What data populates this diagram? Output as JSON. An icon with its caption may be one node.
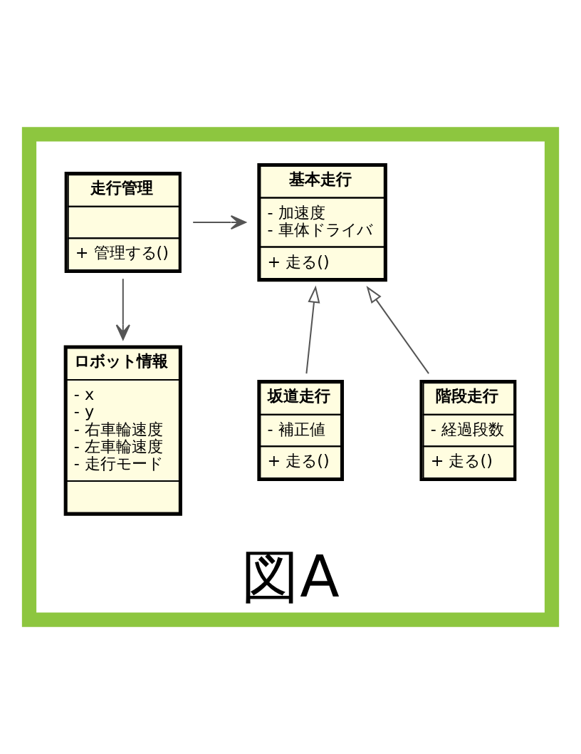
{
  "diagram": {
    "nodes": [
      {
        "text": [
          "図A"
        ]
      },
      {
        "text": [
          "走行管理",
          "+ 管理する()"
        ],
        "in": 0
      },
      {
        "text": [
          "基本走行",
          "- 加速度",
          "- 車体ドライバ",
          "+ 走る()"
        ],
        "in": 0
      },
      {
        "text": [
          "ロボット情報",
          "- x",
          "- y",
          "- 右車輪速度",
          "- 左車輪速度",
          "- 走行モード"
        ],
        "in": 0
      },
      {
        "text": [
          "階段走行",
          "- 経過段数",
          "+ 走る()"
        ],
        "in": 0
      },
      {
        "text": [
          "坂道走行",
          "- 補正値",
          "+ 走る()"
        ],
        "in": 0
      }
    ],
    "edges": [
      {
        "from": 1,
        "to": 2,
        "arrow": "to"
      },
      {
        "from": 1,
        "to": 3,
        "arrow": "to"
      },
      {
        "from": 4,
        "to": 2,
        "arrow": "to"
      },
      {
        "from": 5,
        "to": 2,
        "arrow": "to"
      }
    ]
  }
}
